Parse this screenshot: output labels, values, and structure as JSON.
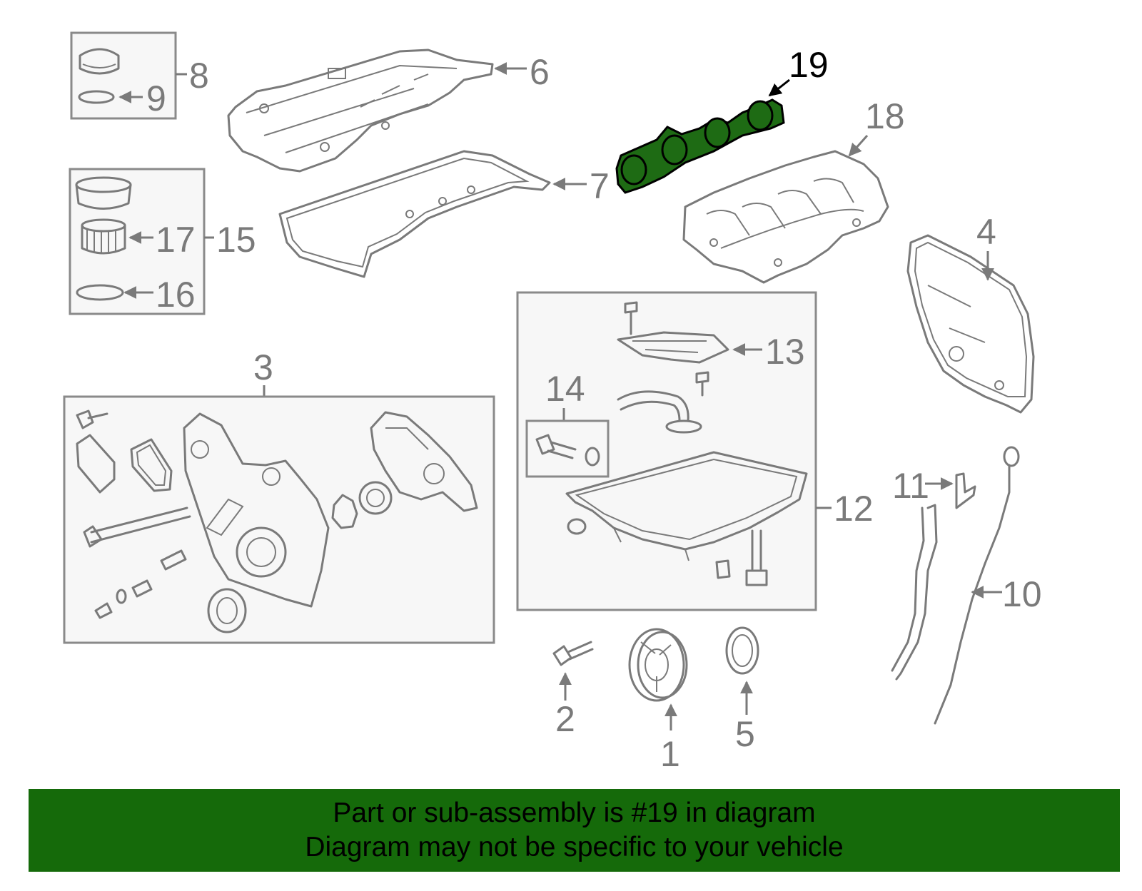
{
  "callouts": {
    "n1": "1",
    "n2": "2",
    "n3": "3",
    "n4": "4",
    "n5": "5",
    "n6": "6",
    "n7": "7",
    "n8": "8",
    "n9": "9",
    "n10": "10",
    "n11": "11",
    "n12": "12",
    "n13": "13",
    "n14": "14",
    "n15": "15",
    "n16": "16",
    "n17": "17",
    "n18": "18",
    "n19": "19"
  },
  "highlighted_part": "19",
  "colors": {
    "highlight": "#1e6b14",
    "banner": "#156a0a",
    "line": "#7a7a7a"
  },
  "banner": {
    "line1": "Part or sub-assembly is #19 in diagram",
    "line2": "Diagram may not be specific to your vehicle"
  }
}
